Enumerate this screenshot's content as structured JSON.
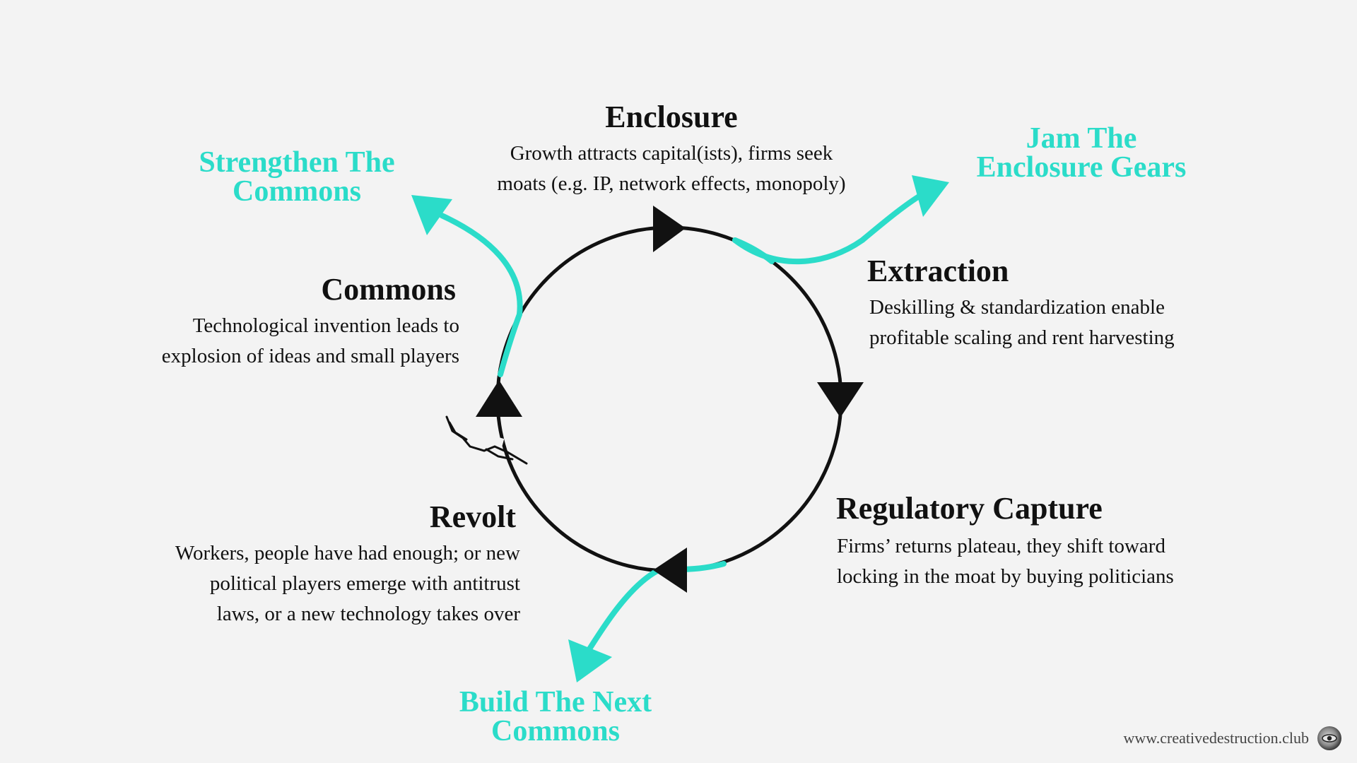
{
  "stages": {
    "enclosure": {
      "title": "Enclosure",
      "line1": "Growth attracts capital(ists), firms seek",
      "line2": "moats (e.g. IP, network effects, monopoly)"
    },
    "extraction": {
      "title": "Extraction",
      "line1": "Deskilling & standardization enable",
      "line2": "profitable scaling and rent harvesting"
    },
    "regulatory_capture": {
      "title": "Regulatory Capture",
      "line1": "Firms’ returns plateau, they shift toward",
      "line2": "locking in the moat by buying politicians"
    },
    "revolt": {
      "title": "Revolt",
      "line1": "Workers, people have had enough; or new",
      "line2": "political players emerge with antitrust",
      "line3": "laws, or a new technology takes over"
    },
    "commons": {
      "title": "Commons",
      "line1": "Technological invention leads to",
      "line2": "explosion of ideas and small players"
    }
  },
  "actions": {
    "strengthen": {
      "line1": "Strengthen The",
      "line2": "Commons"
    },
    "jam": {
      "line1": "Jam The",
      "line2": "Enclosure Gears"
    },
    "build": {
      "line1": "Build The Next",
      "line2": "Commons"
    }
  },
  "footer": {
    "url": "www.creativedestruction.club"
  },
  "colors": {
    "accent": "#2bdcc9",
    "cycle": "#111111",
    "background": "#f3f3f3"
  },
  "icons": [
    "cycle-arrow-icon",
    "crack-icon",
    "logo-icon"
  ]
}
